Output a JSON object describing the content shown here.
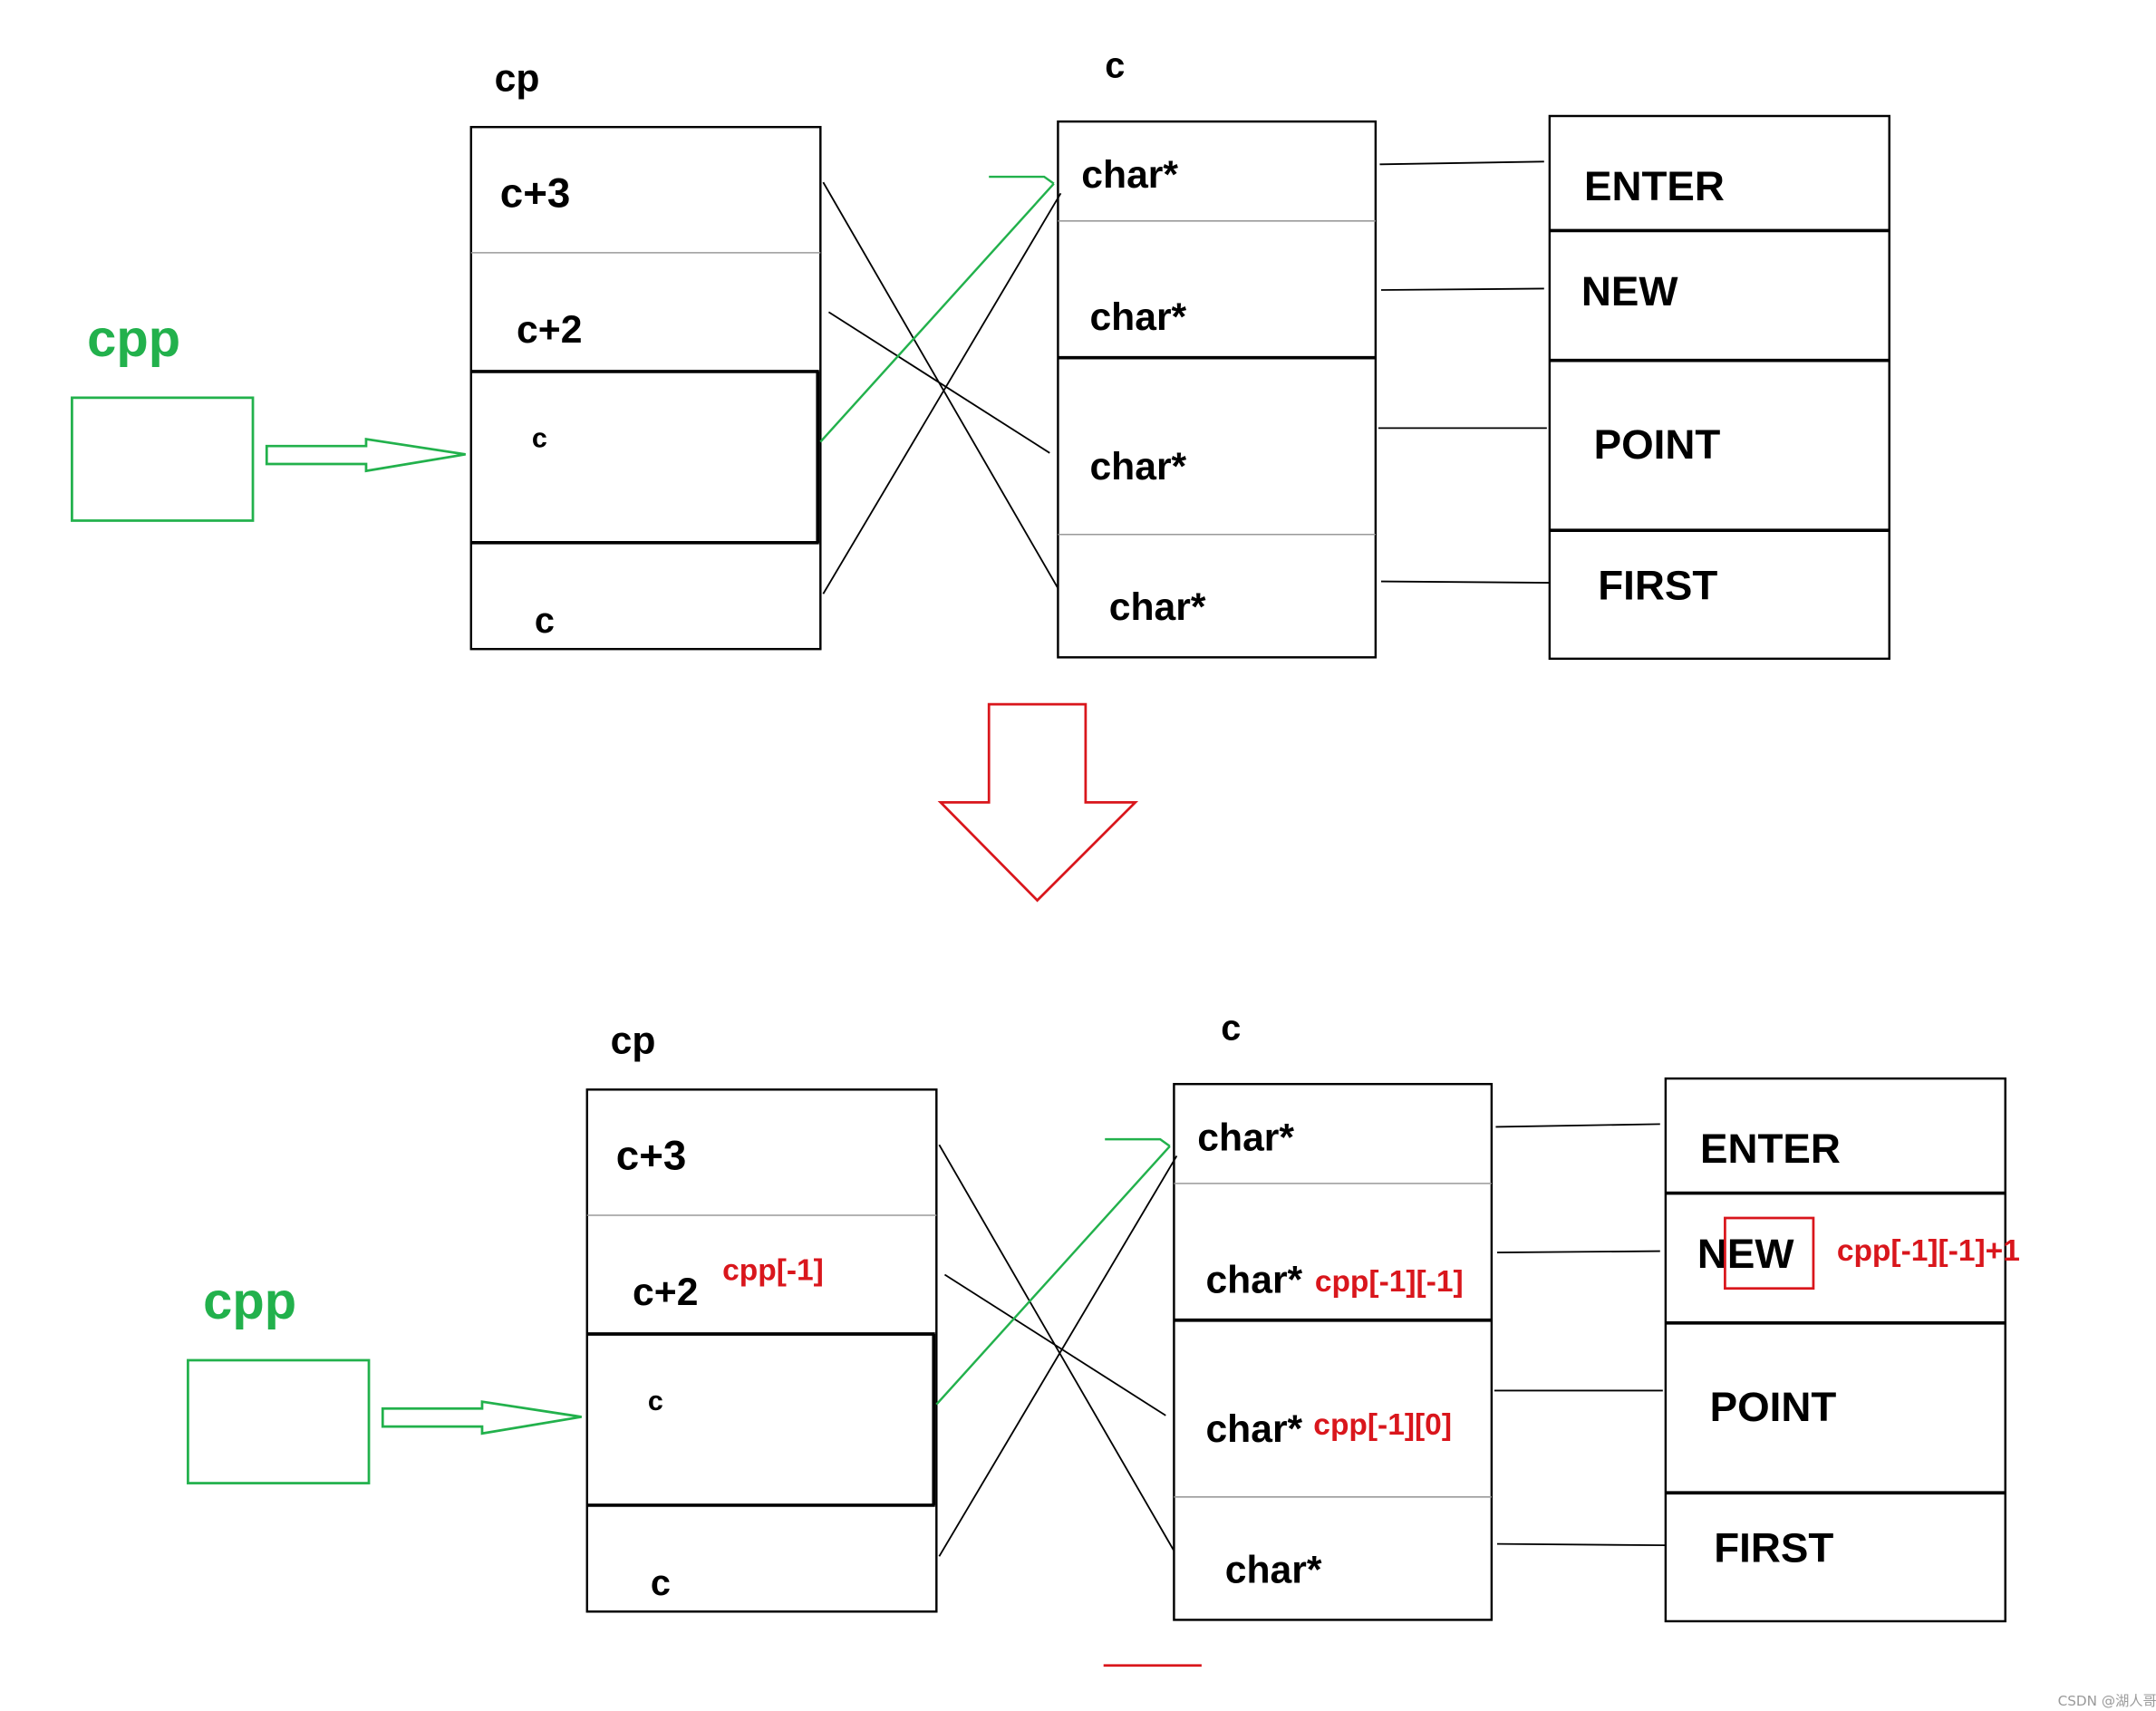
{
  "panels": [
    {
      "cp_label": "cp",
      "c_label": "c",
      "cpp_label": "cpp",
      "cp_cells": [
        "c+3",
        "c+2",
        "c",
        "c"
      ],
      "c_cells": [
        "char*",
        "char*",
        "char*",
        "char*"
      ],
      "strings": [
        "ENTER",
        "NEW",
        "POINT",
        "FIRST"
      ]
    },
    {
      "cp_label": "cp",
      "c_label": "c",
      "cpp_label": "cpp",
      "cp_cells": [
        "c+3",
        "c+2",
        "c",
        "c"
      ],
      "c_cells": [
        "char*",
        "char*",
        "char*",
        "char*"
      ],
      "strings": [
        "ENTER",
        "NEW",
        "POINT",
        "FIRST"
      ]
    }
  ],
  "annotations": {
    "cp_row2": "cpp[-1]",
    "c_row2": "cpp[-1][-1]",
    "c_row3": "cpp[-1][0]",
    "string_new": "cpp[-1][-1]+1"
  },
  "watermark": "CSDN @湖人哥",
  "colors": {
    "ink": "#000000",
    "pointer_green": "#22b14c",
    "highlight_red": "#d9161c"
  }
}
